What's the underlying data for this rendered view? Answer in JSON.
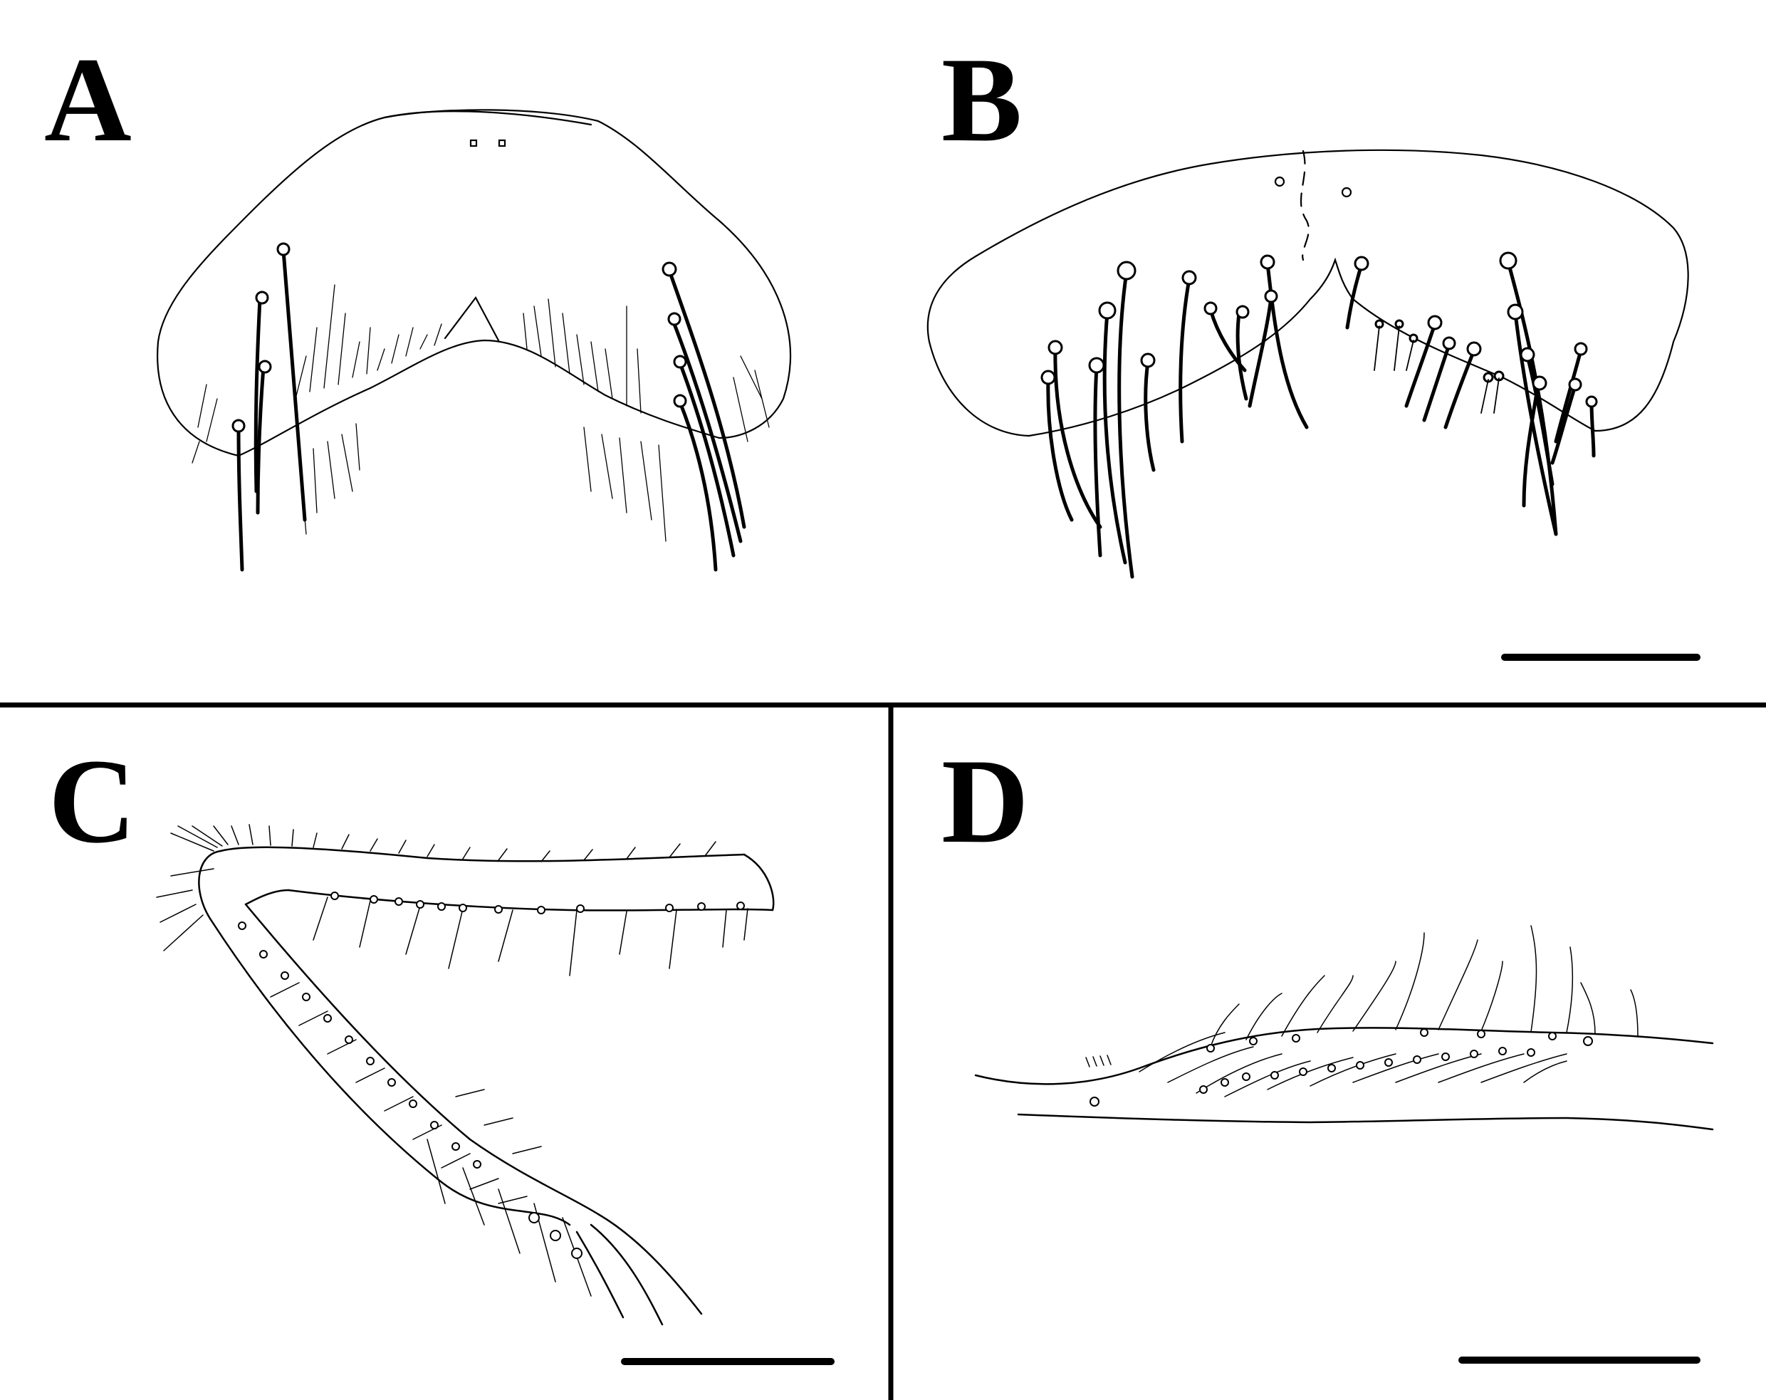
{
  "panels": [
    {
      "id": "A",
      "label": "A"
    },
    {
      "id": "B",
      "label": "B"
    },
    {
      "id": "C",
      "label": "C"
    },
    {
      "id": "D",
      "label": "D"
    }
  ],
  "colors": {
    "ink": "#000000",
    "background": "#ffffff"
  }
}
